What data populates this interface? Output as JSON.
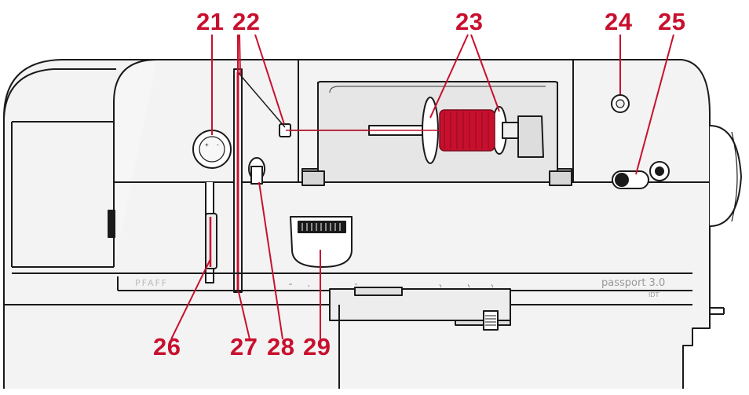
{
  "colors": {
    "callout": "#c8102e",
    "outline": "#1a1a1a",
    "body": "#f1f1f1",
    "thread": "#c8102e"
  },
  "callouts": [
    {
      "id": "21",
      "label": "21"
    },
    {
      "id": "22",
      "label": "22"
    },
    {
      "id": "23",
      "label": "23"
    },
    {
      "id": "24",
      "label": "24"
    },
    {
      "id": "25",
      "label": "25"
    },
    {
      "id": "26",
      "label": "26"
    },
    {
      "id": "27",
      "label": "27"
    },
    {
      "id": "28",
      "label": "28"
    },
    {
      "id": "29",
      "label": "29"
    }
  ],
  "machine": {
    "brand_left": "PFAFF",
    "model_name": "passport 3.0",
    "model_sub": "IDT"
  }
}
